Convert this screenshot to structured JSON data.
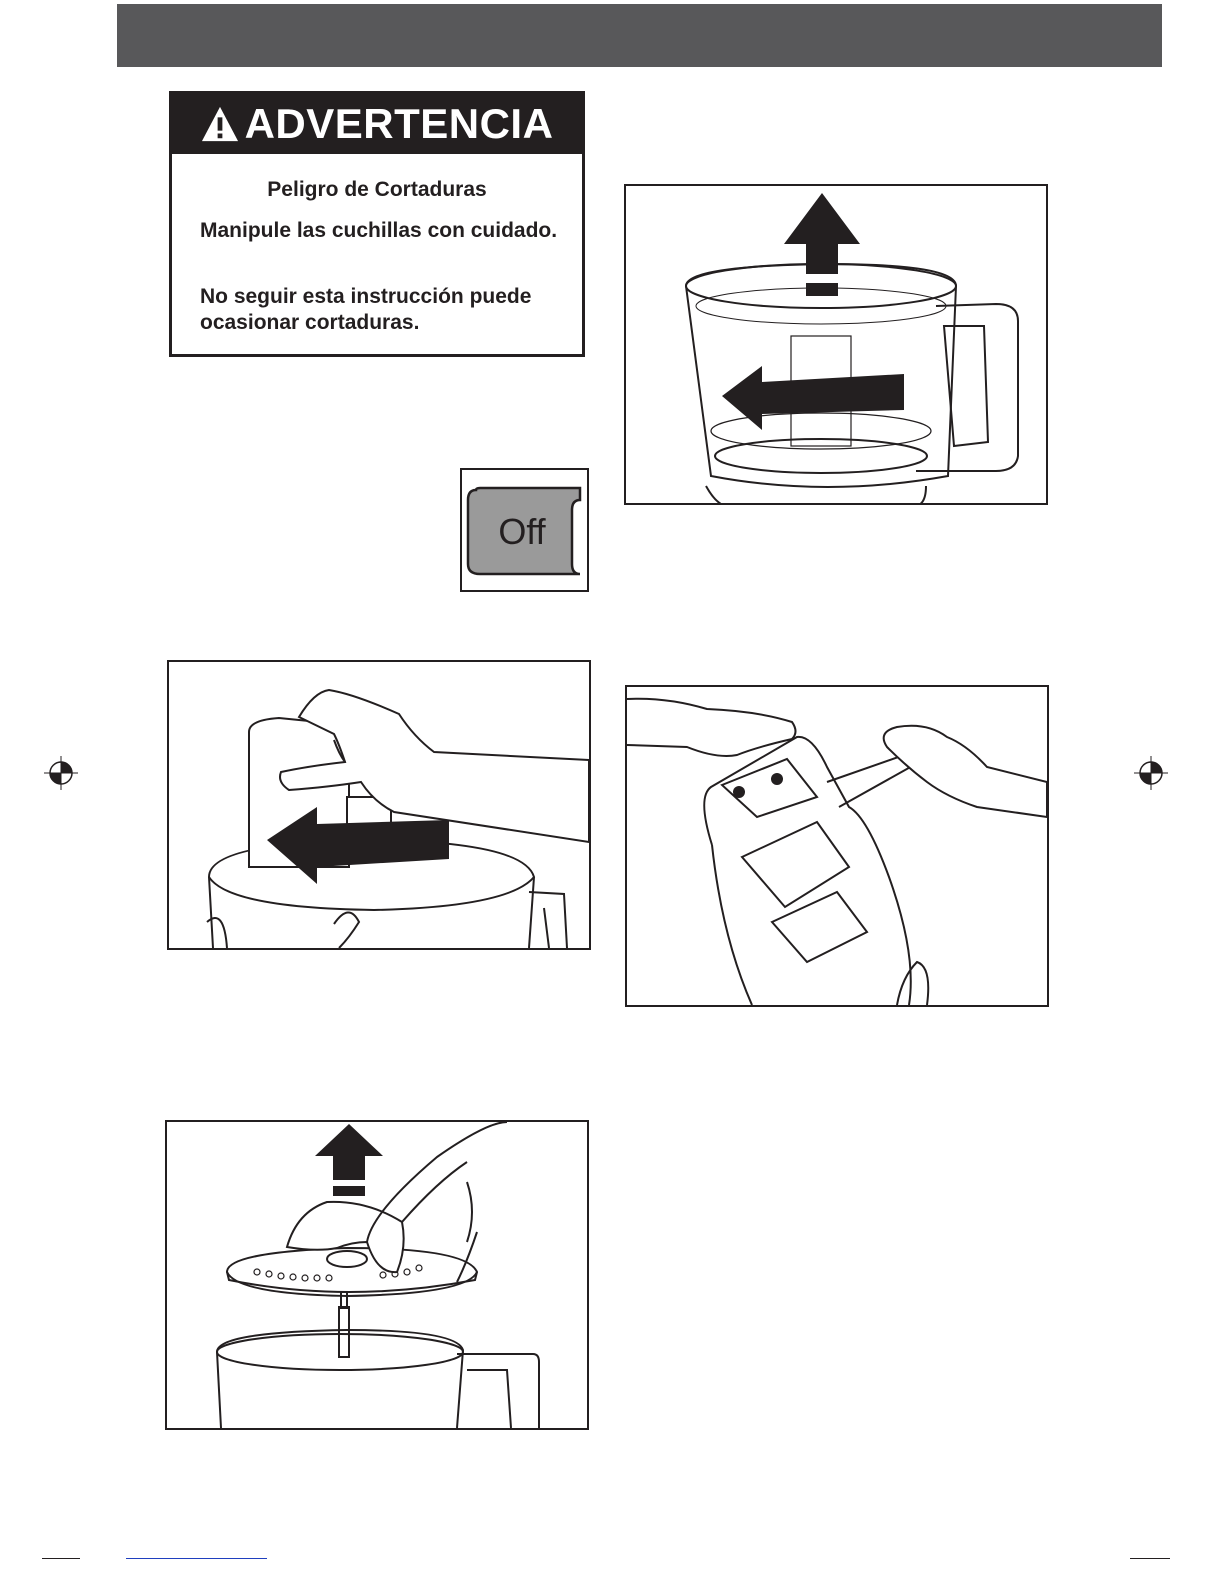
{
  "header": {
    "bar_color": "#58585a"
  },
  "warning": {
    "title": "ADVERTENCIA",
    "subtitle": "Peligro de Cortaduras",
    "line1": "Manipule las cuchillas con cuidado.",
    "line2": "No seguir esta instrucción puede ocasionar cortaduras.",
    "icon": "warning-triangle-icon"
  },
  "off_switch": {
    "label": "Off",
    "fill": "#9a9a9a"
  },
  "figures": [
    {
      "id": "remove-work-bowl",
      "icon": "up-arrow-icon"
    },
    {
      "id": "rotate-cover",
      "icon": "left-arrow-icon"
    },
    {
      "id": "remove-cover-with-tool",
      "icon": "hand-icon"
    },
    {
      "id": "lift-disc",
      "icon": "up-arrow-icon"
    }
  ],
  "colors": {
    "ink": "#231f20",
    "panel": "#58585a"
  }
}
